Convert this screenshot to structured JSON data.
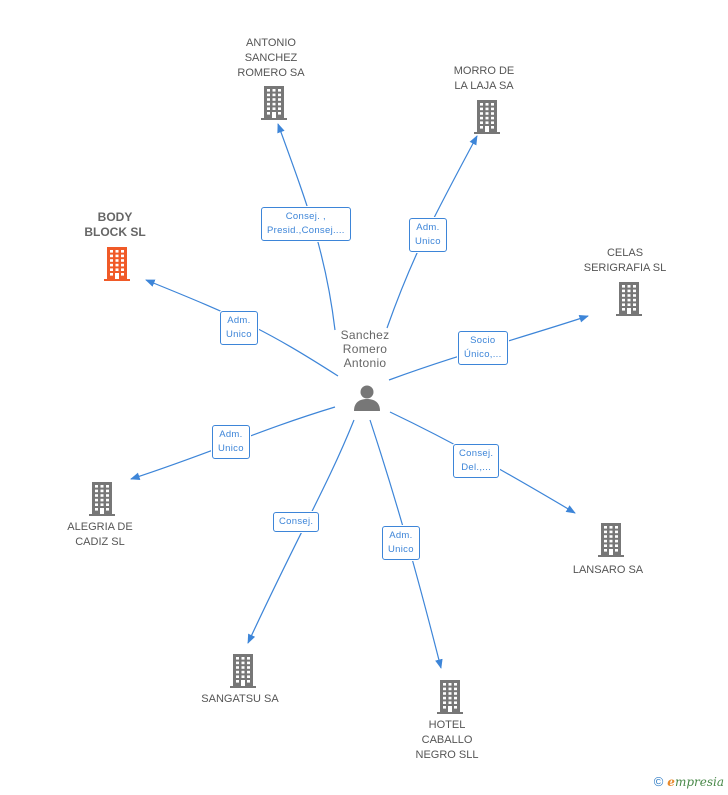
{
  "center": {
    "name": "Sanchez\nRomero\nAntonio",
    "icon": "person-icon"
  },
  "colors": {
    "edge": "#3d85d8",
    "building": "#777777",
    "building_main": "#f05a28"
  },
  "nodes": [
    {
      "id": "antonio-sanchez-romero-sa",
      "label": "ANTONIO\nSANCHEZ\nROMERO SA",
      "main": false,
      "relation": "Consej. ,\nPresid.,Consej...."
    },
    {
      "id": "morro-de-la-laja-sa",
      "label": "MORRO DE\nLA LAJA SA",
      "main": false,
      "relation": "Adm.\nUnico"
    },
    {
      "id": "body-block-sl",
      "label": "BODY\nBLOCK SL",
      "main": true,
      "relation": "Adm.\nUnico"
    },
    {
      "id": "celas-serigrafia-sl",
      "label": "CELAS\nSERIGRAFIA SL",
      "main": false,
      "relation": "Socio\nÚnico,..."
    },
    {
      "id": "alegria-de-cadiz-sl",
      "label": "ALEGRIA DE\nCADIZ SL",
      "main": false,
      "relation": "Adm.\nUnico"
    },
    {
      "id": "lansaro-sa",
      "label": "LANSARO SA",
      "main": false,
      "relation": "Consej.\nDel.,..."
    },
    {
      "id": "sangatsu-sa",
      "label": "SANGATSU SA",
      "main": false,
      "relation": "Consej."
    },
    {
      "id": "hotel-caballo-negro-sll",
      "label": "HOTEL\nCABALLO\nNEGRO SLL",
      "main": false,
      "relation": "Adm.\nUnico"
    }
  ],
  "footer": {
    "copyright": "©",
    "brand_e": "e",
    "brand_rest": "mpresia"
  }
}
